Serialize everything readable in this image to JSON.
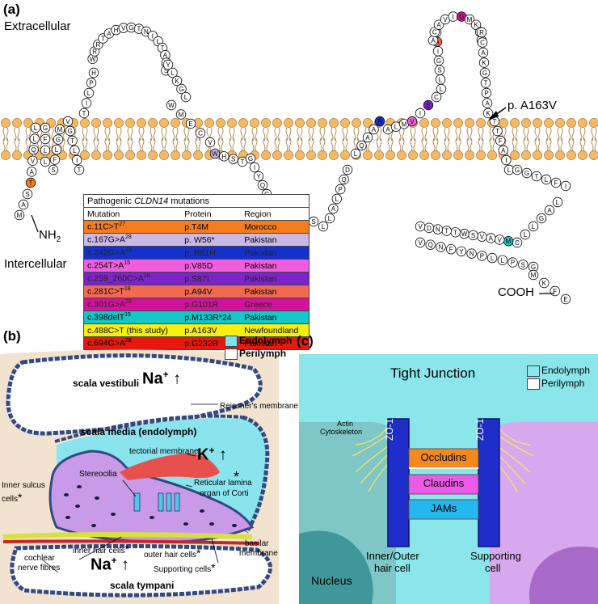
{
  "panel_a": {
    "label": "(a)",
    "extracellular": "Extracellular",
    "intercellular": "Intercellular",
    "nh2": "NH",
    "nh2_sub": "2",
    "cooh": "COOH",
    "arrow_label": "p. A163V",
    "table": {
      "title_pre": "Pathogenic ",
      "title_gene": "CLDN14",
      "title_post": " mutations",
      "headers": [
        "Mutation",
        "Protein",
        "Region"
      ],
      "rows": [
        {
          "mutation": "c.11C>T",
          "sup": "27",
          "protein": "p.T4M",
          "region": "Morocco",
          "color": "#f47d20"
        },
        {
          "mutation": "c.167G>A",
          "sup": "28",
          "protein": "p. W56*",
          "region": "Pakistan",
          "color": "#c9b9e6"
        },
        {
          "mutation": "c.242G>A",
          "sup": "28",
          "protein": "p. R81H",
          "region": "Pakistan",
          "color": "#1431cc"
        },
        {
          "mutation": "c.254T>A",
          "sup": "15",
          "protein": "p.V85D",
          "region": "Pakistan",
          "color": "#ee5fde"
        },
        {
          "mutation": "c.259_260C>A",
          "sup": "18",
          "protein": "p.S87I",
          "region": "Pakistan",
          "color": "#7d23c8"
        },
        {
          "mutation": "c.281C>T",
          "sup": "18",
          "protein": "p.A94V",
          "region": "Pakistan",
          "color": "#f06a52"
        },
        {
          "mutation": "c.301G>A",
          "sup": "29",
          "protein": "p.G101R",
          "region": "Greece",
          "color": "#d0139a"
        },
        {
          "mutation": "c.398delT",
          "sup": "15",
          "protein": "p.M133R*24",
          "region": "Pakistan",
          "color": "#12c8c8"
        },
        {
          "mutation": "c.488C>T (this study)",
          "sup": "",
          "protein": "p.A163V",
          "region": "Newfoundland",
          "color": "#f7ef0f"
        },
        {
          "mutation": "c.694G>A",
          "sup": "28",
          "protein": "p.G232R",
          "region": "Pakistan",
          "color": "#e8180e"
        }
      ]
    }
  },
  "panel_b": {
    "label": "(b)",
    "legend": [
      {
        "label": "Endolymph",
        "color": "#7fe0ee"
      },
      {
        "label": "Perilymph",
        "color": "#ffffff"
      }
    ],
    "scala_vestibuli": "scala vestibuli",
    "na_top": "Na",
    "reissner": "Reissner's membrane",
    "scala_media": "scala media (endolymph)",
    "k_ion": "K",
    "tectorial": "tectorial membrane",
    "stereocilia": "Stereocilia",
    "reticular": "Reticular lamina",
    "organ_corti": "organ of Corti",
    "inner_sulcus": "Inner sulcus",
    "cells": "cells",
    "inner_hair": "inner hair cells",
    "outer_hair": "outer hair cells",
    "basilar_1": "basilar",
    "basilar_2": "membrane",
    "supporting": "Supporting cells",
    "cochlear_1": "cochlear",
    "cochlear_2": "nerve fibres",
    "na_bottom": "Na",
    "scala_tympani": "scala tympani",
    "star": "*",
    "plus": "+"
  },
  "panel_c": {
    "label": "(c)",
    "title": "Tight Junction",
    "legend": [
      {
        "label": "Endolymph",
        "color": "#8ae6ea"
      },
      {
        "label": "Perilymph",
        "color": "#ffffff"
      }
    ],
    "actin_1": "Actin",
    "actin_2": "Cytoskeleton",
    "zo1": "ZO-1",
    "occludins": "Occludins",
    "claudins": "Claudins",
    "jams": "JAMs",
    "nucleus": "Nucleus",
    "left_cell_1": "Inner/Outer",
    "left_cell_2": "hair cell",
    "right_cell_1": "Supporting",
    "right_cell_2": "cell"
  }
}
